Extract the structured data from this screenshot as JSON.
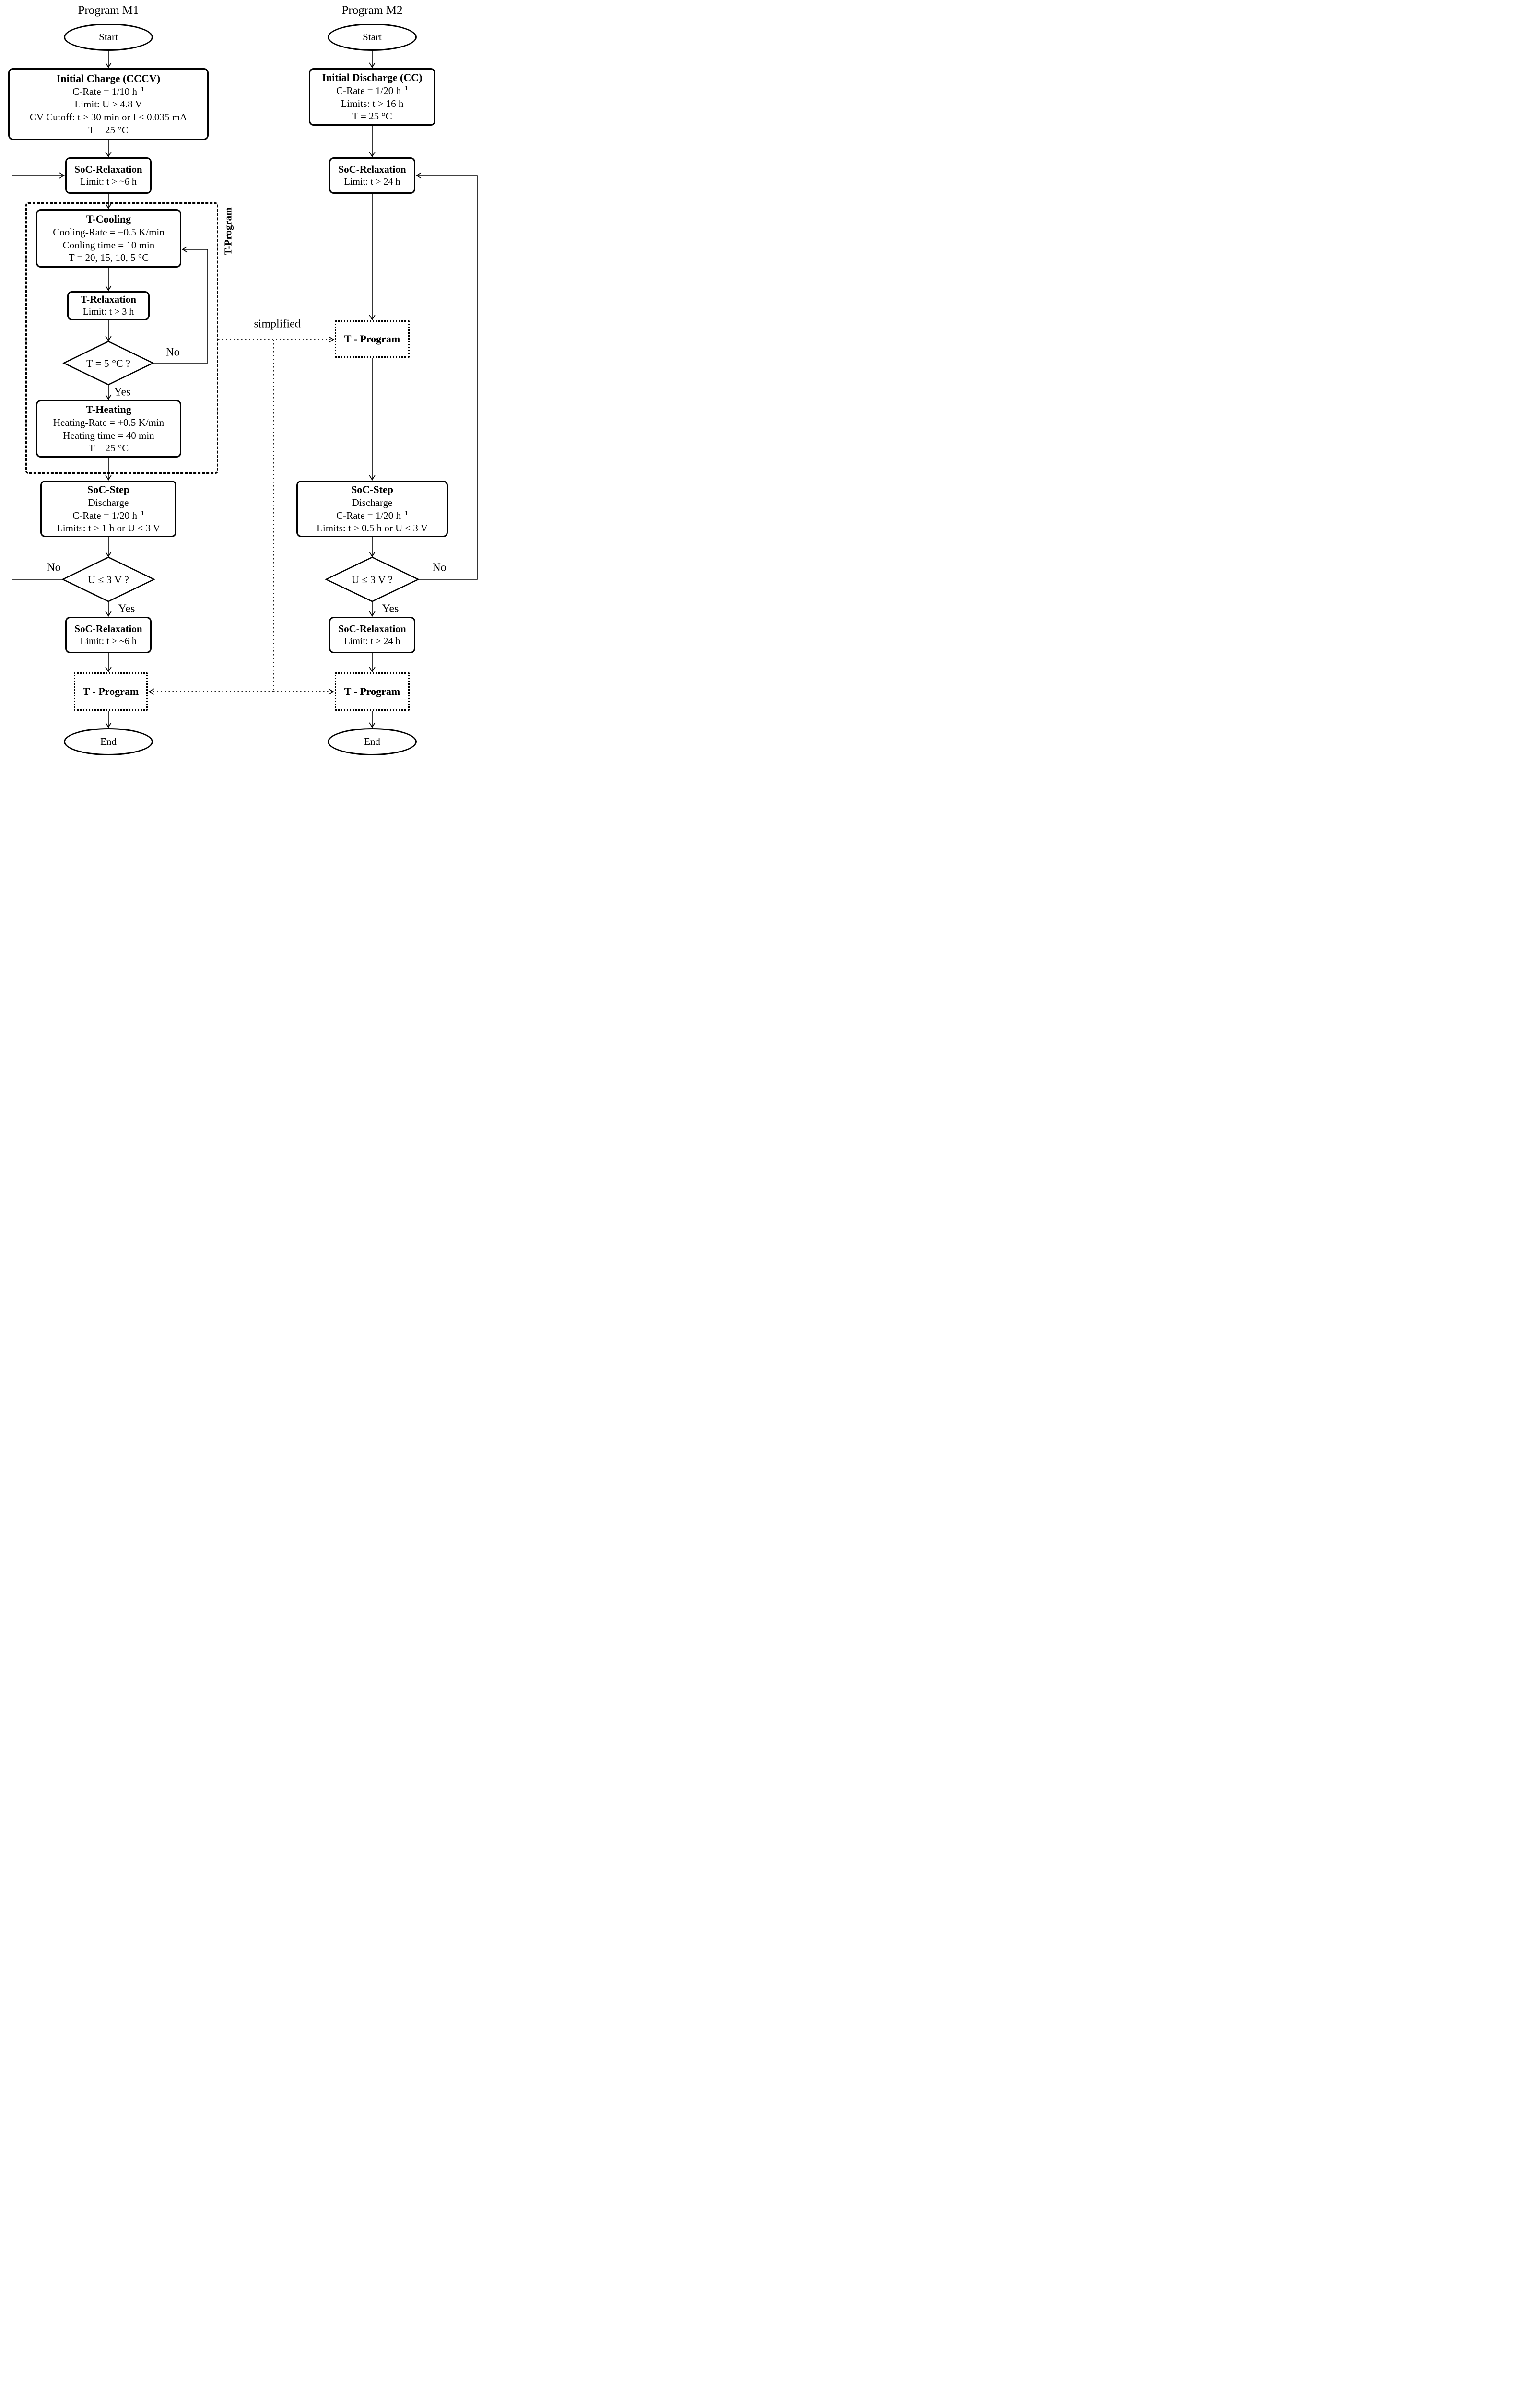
{
  "fig": {
    "m1": {
      "title": "Program M1",
      "start_label": "Start",
      "initial_charge": {
        "title": "Initial Charge (CCCV)",
        "crate_pre": "C-Rate = 1/10 h",
        "crate_sup": "−1",
        "limit": "Limit: U ≥ 4.8 V",
        "cv_cutoff": "CV-Cutoff: t > 30 min or I < 0.035 mA",
        "temp": "T = 25 °C"
      },
      "soc_relaxation_1": {
        "title": "SoC-Relaxation",
        "limit": "Limit: t > ~6 h"
      },
      "t_program_container_label": "T-Program",
      "t_cooling": {
        "title": "T-Cooling",
        "rate": "Cooling-Rate = −0.5 K/min",
        "time": "Cooling time = 10 min",
        "temp": "T = 20, 15, 10, 5 °C"
      },
      "t_relaxation": {
        "title": "T-Relaxation",
        "limit": "Limit: t > 3 h"
      },
      "decision_t": {
        "label": "T = 5 °C ?",
        "no": "No",
        "yes": "Yes"
      },
      "t_heating": {
        "title": "T-Heating",
        "rate": "Heating-Rate = +0.5 K/min",
        "time": "Heating time = 40 min",
        "temp": "T = 25 °C"
      },
      "soc_step": {
        "title": "SoC-Step",
        "mode": "Discharge",
        "crate_pre": "C-Rate = 1/20 h",
        "crate_sup": "−1",
        "limits": "Limits: t > 1 h or U ≤ 3 V"
      },
      "decision_u": {
        "label": "U ≤ 3 V ?",
        "no": "No",
        "yes": "Yes"
      },
      "soc_relaxation_2": {
        "title": "SoC-Relaxation",
        "limit": "Limit: t > ~6 h"
      },
      "t_program_box": "T - Program",
      "end_label": "End"
    },
    "m2": {
      "title": "Program M2",
      "start_label": "Start",
      "initial_discharge": {
        "title": "Initial Discharge (CC)",
        "crate_pre": "C-Rate = 1/20 h",
        "crate_sup": "−1",
        "limits": "Limits: t > 16 h",
        "temp": "T = 25 °C"
      },
      "soc_relaxation_1": {
        "title": "SoC-Relaxation",
        "limit": "Limit: t > 24 h"
      },
      "t_program_mid": "T - Program",
      "soc_step": {
        "title": "SoC-Step",
        "mode": "Discharge",
        "crate_pre": "C-Rate = 1/20 h",
        "crate_sup": "−1",
        "limits": "Limits: t > 0.5 h or U ≤ 3 V"
      },
      "decision_u": {
        "label": "U ≤ 3 V ?",
        "no": "No",
        "yes": "Yes"
      },
      "soc_relaxation_2": {
        "title": "SoC-Relaxation",
        "limit": "Limit: t > 24 h"
      },
      "t_program_box": "T - Program",
      "end_label": "End"
    },
    "simplified_label": "simplified",
    "colors": {
      "ink": "#000000",
      "background": "#ffffff"
    }
  }
}
